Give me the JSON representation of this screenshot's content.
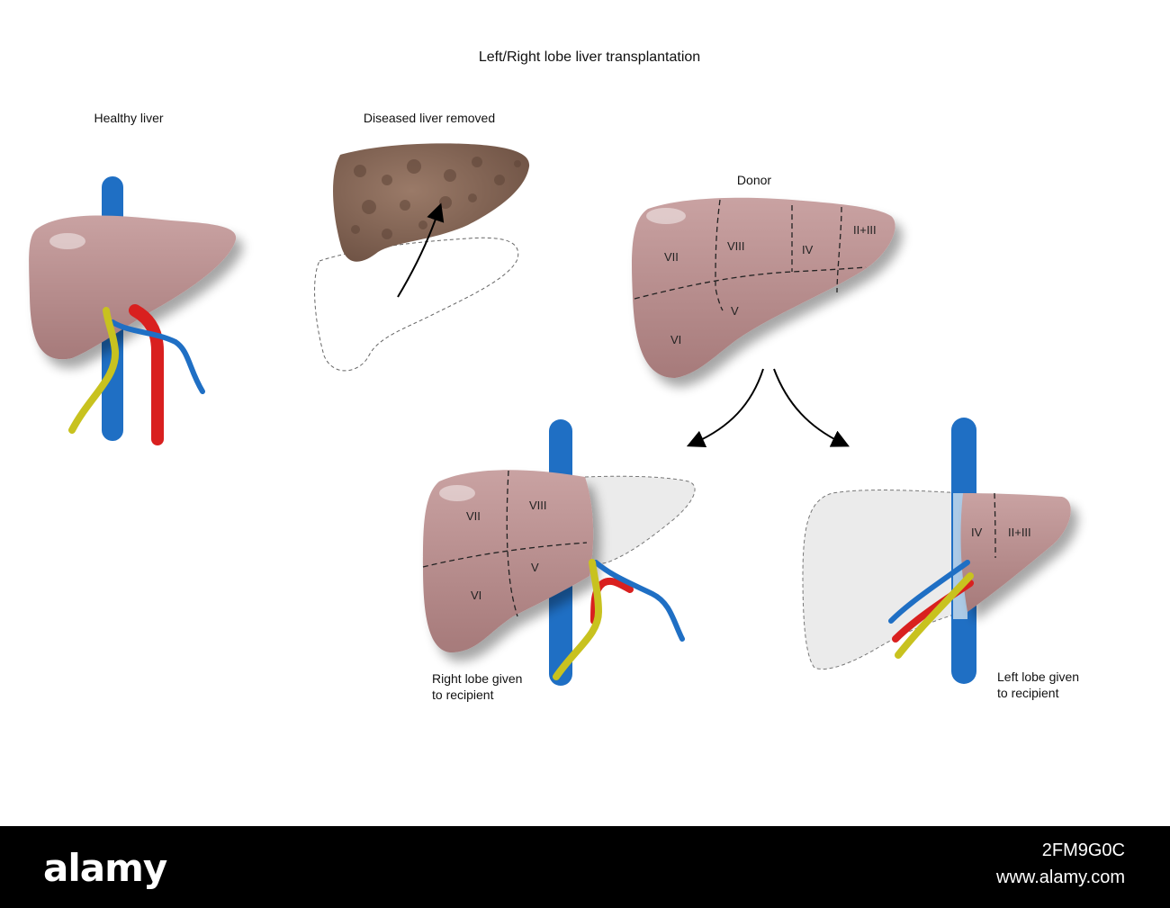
{
  "title": "Left/Right lobe liver transplantation",
  "labels": {
    "healthy": "Healthy liver",
    "diseased": "Diseased liver removed",
    "donor": "Donor",
    "right_given_1": "Right lobe given",
    "right_given_2": "to recipient",
    "left_given_1": "Left lobe given",
    "left_given_2": "to recipient"
  },
  "segments": {
    "vii": "VII",
    "viii": "VIII",
    "iv": "IV",
    "ii_iii": "II+III",
    "v": "V",
    "vi": "VI"
  },
  "colors": {
    "liver": "#b58a8a",
    "diseased": "#8b6b5a",
    "vein": "#1f6fc4",
    "artery": "#d9201f",
    "bile_duct": "#c8c21f",
    "removed_fill": "#ebebeb"
  },
  "footer": {
    "brand": "alamy",
    "image_id": "2FM9G0C",
    "url": "www.alamy.com"
  }
}
